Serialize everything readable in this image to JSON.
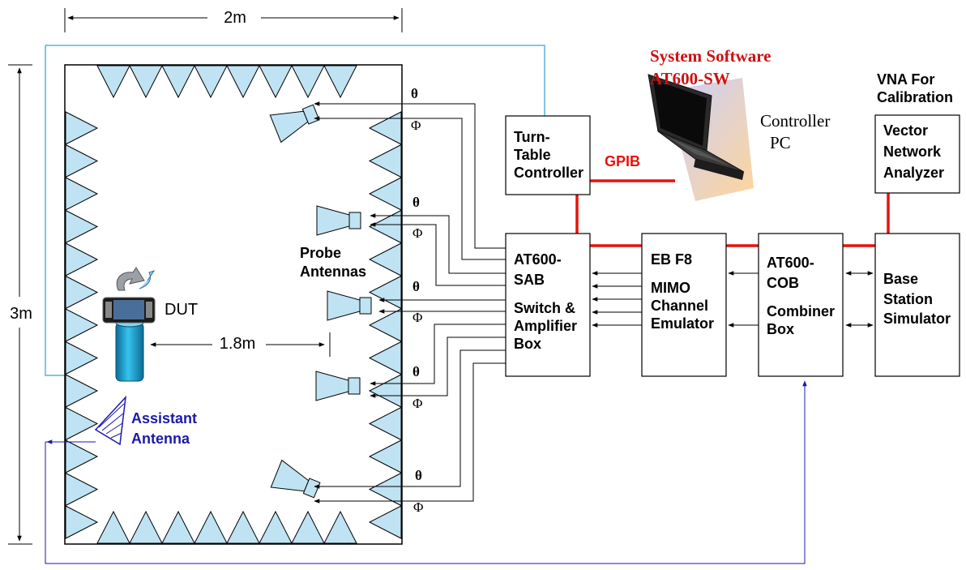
{
  "dimensions": {
    "width": "2m",
    "height": "3m",
    "distance": "1.8m"
  },
  "dut_label": "DUT",
  "probe_antennas": [
    "Probe",
    "Antennas"
  ],
  "assistant_antenna": [
    "Assistant",
    "Antenna"
  ],
  "polarization": {
    "theta": "θ",
    "phi": "Φ"
  },
  "turntable": [
    "Turn-",
    "Table",
    "Controller"
  ],
  "gpib": "GPIB",
  "software": [
    "System Software",
    "AT600-SW"
  ],
  "controller_pc": [
    "Controller",
    "PC"
  ],
  "vna_title": [
    "VNA For",
    "Calibration"
  ],
  "vna_box": [
    "Vector",
    "Network",
    "Analyzer"
  ],
  "sab": [
    "AT600-",
    "SAB"
  ],
  "sab_desc": [
    "Switch &",
    "Amplifier",
    "Box"
  ],
  "ebf8": "EB F8",
  "ebf8_desc": [
    "MIMO",
    "Channel",
    "Emulator"
  ],
  "cob": [
    "AT600-",
    "COB"
  ],
  "cob_desc": [
    "Combiner",
    "Box"
  ],
  "bss": [
    "Base",
    "Station",
    "Simulator"
  ],
  "colors": {
    "absorber": "#bfe3f3",
    "bus": "#e8120c",
    "software": "#cc1111",
    "assistant": "#1a1aaa",
    "turntable_link": "#5ab4d6",
    "dut_base": "#1aa0d0"
  }
}
